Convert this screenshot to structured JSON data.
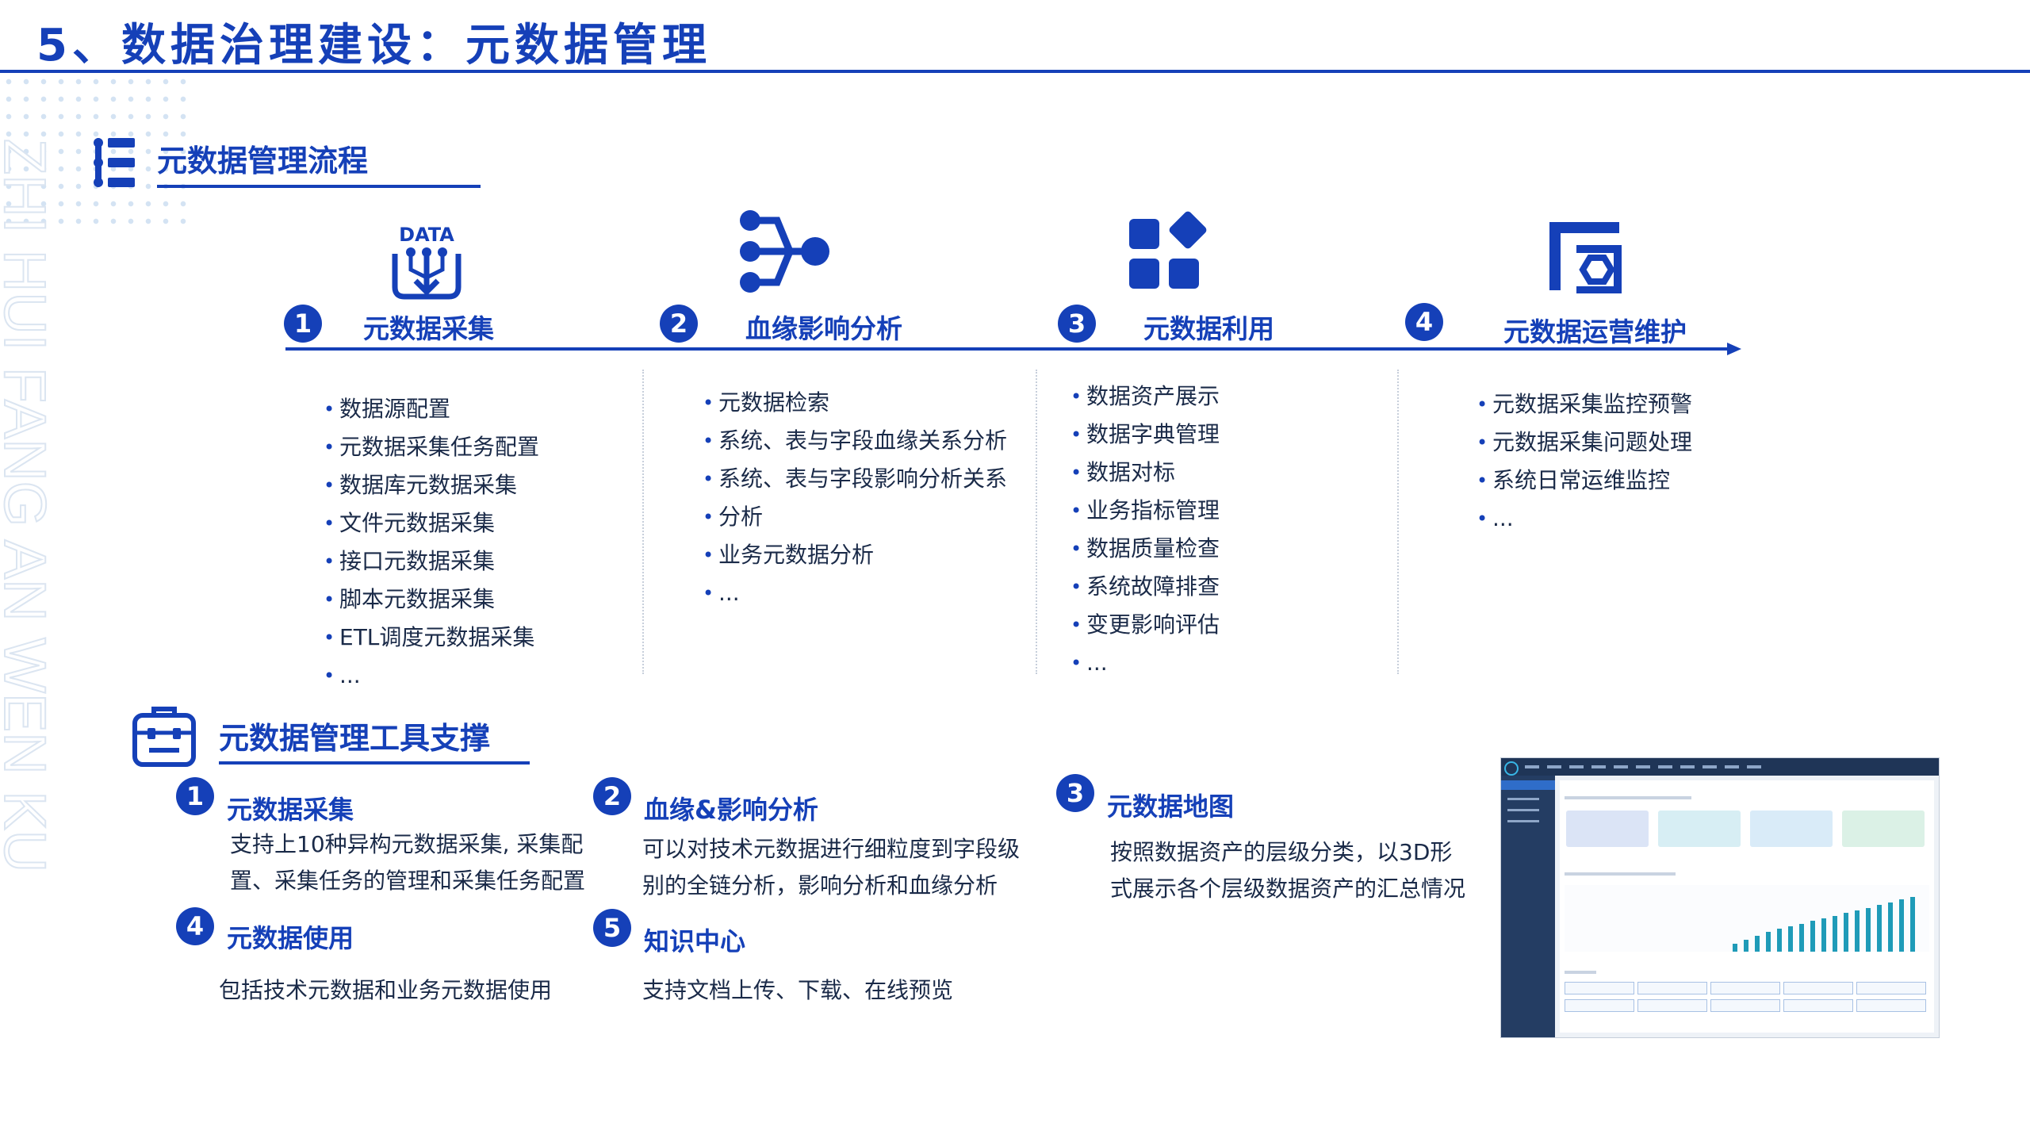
{
  "header": {
    "title": "5、数据治理建设：元数据管理"
  },
  "watermark": {
    "text": "ZHI HUI FANG AN WEN KU"
  },
  "process": {
    "section_title": "元数据管理流程",
    "data_icon_label": "DATA",
    "steps": [
      {
        "num": "1",
        "label": "元数据采集",
        "items": [
          "数据源配置",
          "元数据采集任务配置",
          "数据库元数据采集",
          "文件元数据采集",
          "接口元数据采集",
          "脚本元数据采集",
          "ETL调度元数据采集",
          "..."
        ]
      },
      {
        "num": "2",
        "label": "血缘影响分析",
        "items": [
          "元数据检索",
          "系统、表与字段血缘关系分析",
          "系统、表与字段影响分析关系",
          "分析",
          "业务元数据分析",
          "..."
        ]
      },
      {
        "num": "3",
        "label": "元数据利用",
        "items": [
          "数据资产展示",
          "数据字典管理",
          "数据对标",
          "业务指标管理",
          "数据质量检查",
          "系统故障排查",
          "变更影响评估",
          "..."
        ]
      },
      {
        "num": "4",
        "label": "元数据运营维护",
        "items": [
          "元数据采集监控预警",
          "元数据采集问题处理",
          "系统日常运维监控",
          "..."
        ]
      }
    ]
  },
  "tools": {
    "section_title": "元数据管理工具支撑",
    "items": [
      {
        "num": "1",
        "title": "元数据采集",
        "desc_lines": [
          "支持上10种异构元数据采集, 采集配",
          "置、采集任务的管理和采集任务配置"
        ]
      },
      {
        "num": "2",
        "title": "血缘&影响分析",
        "desc_lines": [
          "可以对技术元数据进行细粒度到字段级",
          "别的全链分析，影响分析和血缘分析"
        ]
      },
      {
        "num": "3",
        "title": "元数据地图",
        "desc_lines": [
          "按照数据资产的层级分类，以3D形",
          "式展示各个层级数据资产的汇总情况"
        ]
      },
      {
        "num": "4",
        "title": "元数据使用",
        "desc_lines": [
          "包括技术元数据和业务元数据使用"
        ]
      },
      {
        "num": "5",
        "title": "知识中心",
        "desc_lines": [
          "支持文档上传、下载、在线预览"
        ]
      }
    ]
  },
  "colors": {
    "accent": "#1540b8",
    "bar": "#1f9bb8"
  },
  "screenshot_bars": [
    0.12,
    0.18,
    0.24,
    0.3,
    0.34,
    0.38,
    0.42,
    0.46,
    0.5,
    0.54,
    0.58,
    0.62,
    0.66,
    0.7,
    0.74,
    0.78,
    0.82
  ]
}
